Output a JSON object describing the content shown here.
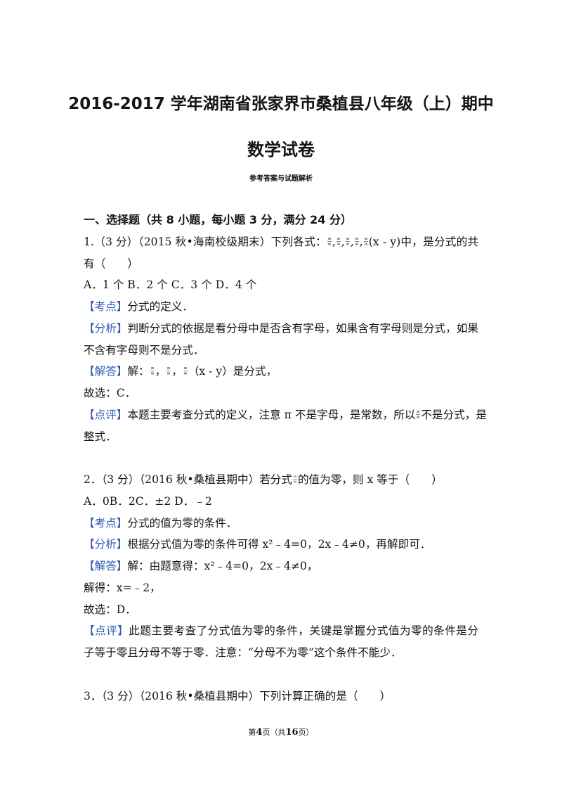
{
  "header": {
    "title_line1": "2016-2017 学年湖南省张家界市桑植县八年级（上）期中",
    "title_line2": "数学试卷",
    "subtitle": "参考答案与试题解析"
  },
  "section_heading": "一、选择题（共 8 小题，每小题 3 分，满分 24 分）",
  "tags": {
    "kaodian": "【考点】",
    "fenxi": "【分析】",
    "jieda": "【解答】",
    "dianping": "【点评】"
  },
  "q1": {
    "stem_a": "1.（3 分）（2015 秋•海南校级期末）下列各式：",
    "stem_sep": ",",
    "stem_b": "(x - y)中，是分式的共",
    "stem_line2": "有（　　）",
    "options": "A．1 个 B．2 个 C．3 个 D．4 个",
    "kaodian": "分式的定义．",
    "fenxi_line1": "判断分式的依据是看分母中是否含有字母，如果含有字母则是分式，如果",
    "fenxi_line2": "不含有字母则不是分式．",
    "jieda_a": "解：",
    "jieda_sep": "，",
    "jieda_b": "（x - y）是分式，",
    "guxuan": "故选：C．",
    "dianping_a": "本题主要考查分式的定义，注意 π 不是字母，是常数，所以",
    "dianping_b": "不是分式，是",
    "dianping_line2": "整式．"
  },
  "q2": {
    "stem_a": "2．（3 分）（2016 秋•桑植县期中）若分式",
    "stem_b": "的值为零，则 x 等于（　　）",
    "options": "A．0B．2C．±2 D．﹣2",
    "kaodian": "分式的值为零的条件．",
    "fenxi": "根据分式值为零的条件可得 x²﹣4=0，2x﹣4≠0，再解即可．",
    "jieda": "解：由题意得：x²﹣4=0，2x﹣4≠0，",
    "jiede": "解得：x=﹣2，",
    "guxuan": "故选：D．",
    "dianping_line1": "此题主要考查了分式值为零的条件，关键是掌握分式值为零的条件是分",
    "dianping_line2": "子等于零且分母不等于零．注意：“分母不为零”这个条件不能少．"
  },
  "q3": {
    "stem": "3．（3 分）（2016 秋•桑植县期中）下列计算正确的是（　　）"
  },
  "footer": {
    "prefix": "第",
    "page": "4",
    "mid": "页（共",
    "total": "16",
    "suffix": "页）"
  }
}
